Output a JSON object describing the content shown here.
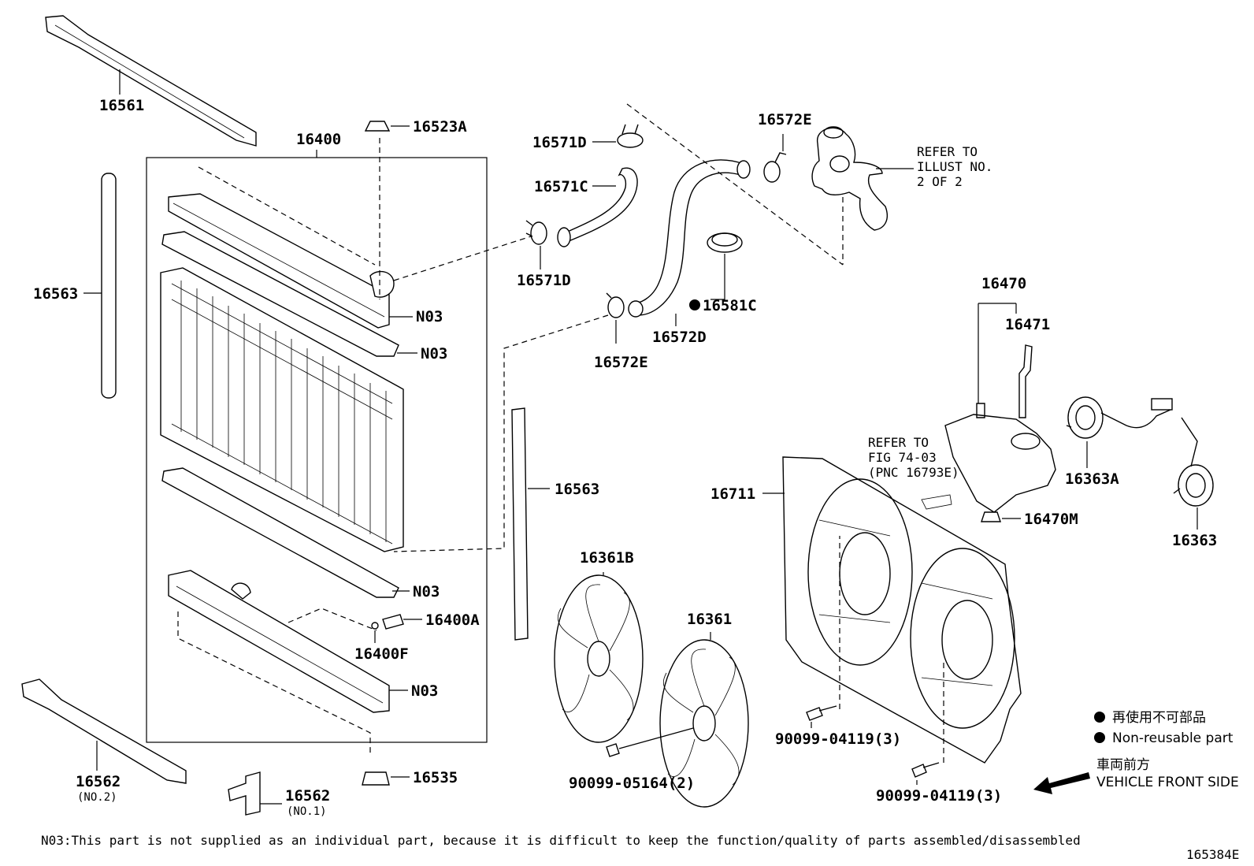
{
  "labels": {
    "p16561": "16561",
    "p16523A": "16523A",
    "p16400": "16400",
    "p16563_left": "16563",
    "p16563_right": "16563",
    "n03_1": "N03",
    "n03_2": "N03",
    "n03_3": "N03",
    "n03_4": "N03",
    "p16400A": "16400A",
    "p16400F": "16400F",
    "p16535": "16535",
    "p16562_no2": "16562",
    "p16562_no2_sub": "(NO.2)",
    "p16562_no1": "16562",
    "p16562_no1_sub": "(NO.1)",
    "p16571D_top": "16571D",
    "p16571C": "16571C",
    "p16571D_bottom": "16571D",
    "p16572E_top": "16572E",
    "p16572E_bottom": "16572E",
    "p16572D": "16572D",
    "p16581C": "16581C",
    "p16470": "16470",
    "p16471": "16471",
    "p16470M": "16470M",
    "p16363A": "16363A",
    "p16363": "16363",
    "p16711": "16711",
    "p16361B": "16361B",
    "p16361": "16361",
    "bolt_05164": "90099-05164(2)",
    "bolt_04119_a": "90099-04119(3)",
    "bolt_04119_b": "90099-04119(3)"
  },
  "refer_illust": [
    "REFER TO",
    "ILLUST NO.",
    "2 OF 2"
  ],
  "refer_fig": [
    "REFER TO",
    "FIG 74-03",
    "(PNC 16793E)"
  ],
  "legend": {
    "jp_label": "再使用不可部品",
    "en_label": "Non-reusable part",
    "front_jp": "車両前方",
    "front_en": "VEHICLE FRONT SIDE"
  },
  "footnote": "N03:This part is not supplied as an individual part, because it is difficult to keep the function/quality of parts assembled/disassembled",
  "figure_id": "165384E"
}
